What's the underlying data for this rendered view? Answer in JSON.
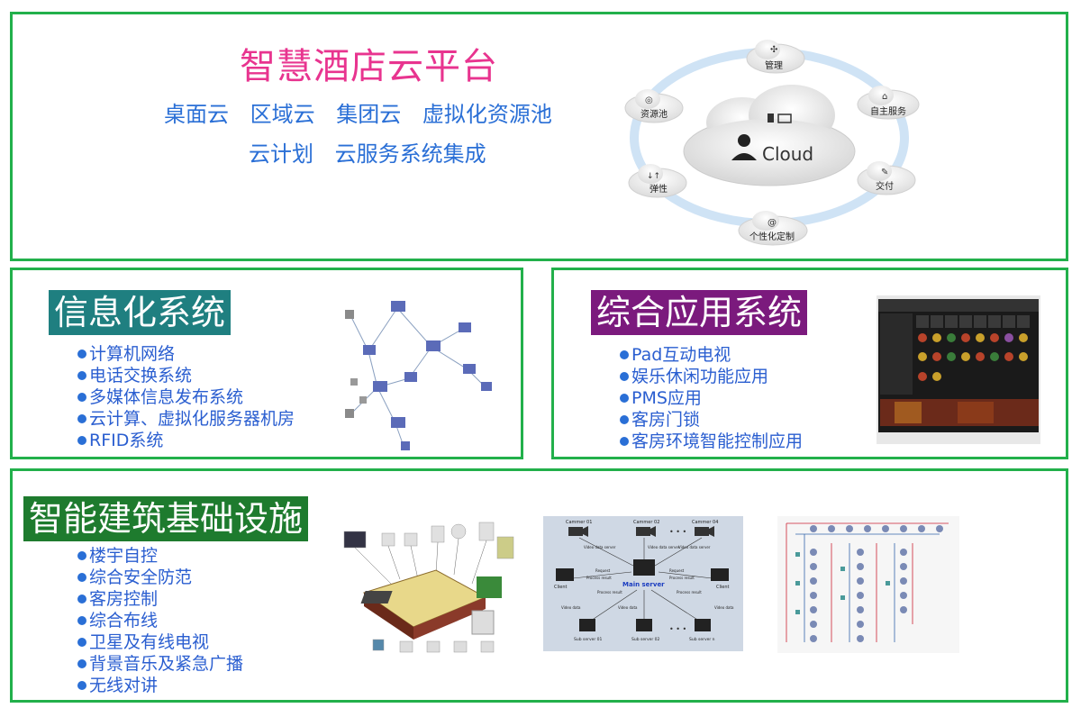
{
  "cloud_platform": {
    "title": "智慧酒店云平台",
    "line1": [
      "桌面云",
      "区域云",
      "集团云",
      "虚拟化资源池"
    ],
    "line2": [
      "云计划",
      "云服务系统集成"
    ],
    "diagram": {
      "center_label": "Cloud",
      "nodes": [
        "管理",
        "自主服务",
        "交付",
        "个性化定制",
        "弹性",
        "资源池"
      ]
    }
  },
  "information_system": {
    "title": "信息化系统",
    "title_bg": "#1f7f80",
    "items": [
      "计算机网络",
      "电话交换系统",
      "多媒体信息发布系统",
      "云计算、虚拟化服务器机房",
      "RFID系统"
    ]
  },
  "application_system": {
    "title": "综合应用系统",
    "title_bg": "#7b1a7d",
    "items": [
      "Pad互动电视",
      "娱乐休闲功能应用",
      "PMS应用",
      "客房门锁",
      "客房环境智能控制应用"
    ]
  },
  "infrastructure": {
    "title": "智能建筑基础设施",
    "title_bg": "#1e7b2e",
    "items": [
      "楼宇自控",
      "综合安全防范",
      "客房控制",
      "综合布线",
      "卫星及有线电视",
      "背景音乐及紧急广播",
      "无线对讲"
    ],
    "video_diagram": {
      "cameras": [
        "Cammer 01",
        "Cammer 02",
        "Cammer 04"
      ],
      "main": "Main server",
      "client": "Client",
      "subs": [
        "Sub server 01",
        "Sub server 02",
        "Sub server n"
      ],
      "labels": {
        "video": "Video data server",
        "request": "Request",
        "process": "Process result",
        "video_data": "Video data"
      }
    }
  },
  "colors": {
    "border": "#22b04b",
    "cloud_title": "#e8348f",
    "text_blue": "#2a6fd6"
  }
}
